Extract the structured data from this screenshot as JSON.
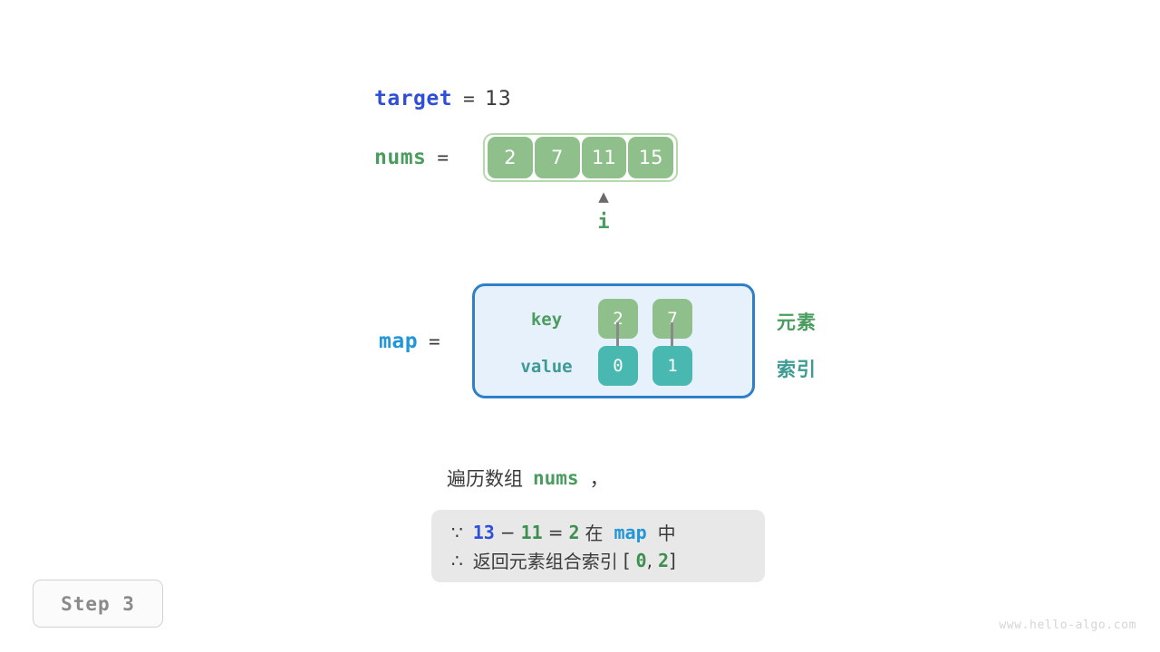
{
  "target": {
    "name": "target",
    "equals": "=",
    "value": "13"
  },
  "nums": {
    "name": "nums",
    "equals": "=",
    "cells": [
      "2",
      "7",
      "11",
      "15"
    ],
    "pointer": {
      "caret": "▲",
      "label": "i",
      "index": 2
    }
  },
  "map": {
    "name": "map",
    "equals": "=",
    "key_label": "key",
    "value_label": "value",
    "entries": [
      {
        "key": "2",
        "value": "0"
      },
      {
        "key": "7",
        "value": "1"
      }
    ],
    "annotations": {
      "element": "元素",
      "index": "索引"
    }
  },
  "caption": {
    "prefix": "遍历数组",
    "variable": "nums",
    "suffix": "，"
  },
  "reason": {
    "line1": {
      "symbol": "∵",
      "a": "13",
      "minus": "−",
      "b": "11",
      "eq": "=",
      "c": "2",
      "middle": "在",
      "map": "map",
      "tail": "中"
    },
    "line2": {
      "symbol": "∴",
      "text": "返回元素组合索引",
      "bracket_open": "[",
      "i0": "0",
      "separator": ",",
      "i1": "2",
      "bracket_close": "]"
    }
  },
  "step_badge": "Step 3",
  "watermark": "www.hello-algo.com",
  "colors": {
    "array_cell": "#8fc08c",
    "array_border": "#b4d9ab",
    "map_value_cell": "#48b8b0",
    "map_border": "#2f7fc9",
    "map_fill": "#e6f1fb",
    "target_blue": "#2f4fd8",
    "map_blue": "#2196d9",
    "nums_green": "#4a9c5f",
    "reason_bg": "#e8e8e8"
  }
}
